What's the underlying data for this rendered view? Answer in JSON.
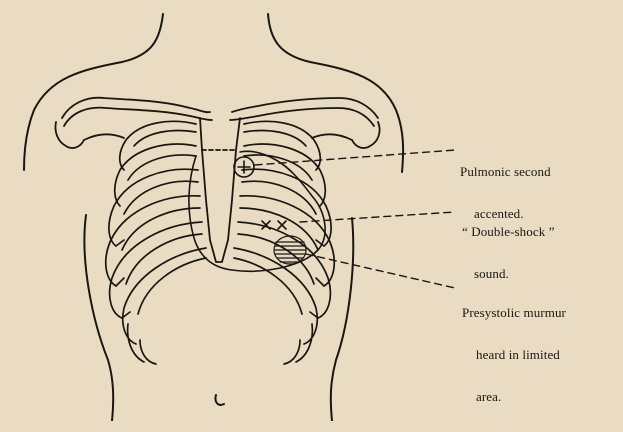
{
  "figure": {
    "background_color": "#e9dcc3",
    "ink_color": "#1a1712",
    "icons": [
      "chest-outline",
      "clavicle",
      "ribcage",
      "sternum",
      "heart-outline",
      "pulmonic-area-marker",
      "double-shock-x-marks",
      "presystolic-murmur-hatching",
      "navel"
    ]
  },
  "annotations": {
    "pulmonic": {
      "line1": "Pulmonic second",
      "line2": "accented."
    },
    "double_shock": {
      "line1": "“ Double-shock ”",
      "line2": "sound."
    },
    "presystolic": {
      "line1": "Presystolic murmur",
      "line2": "heard in limited",
      "line3": "area."
    }
  }
}
